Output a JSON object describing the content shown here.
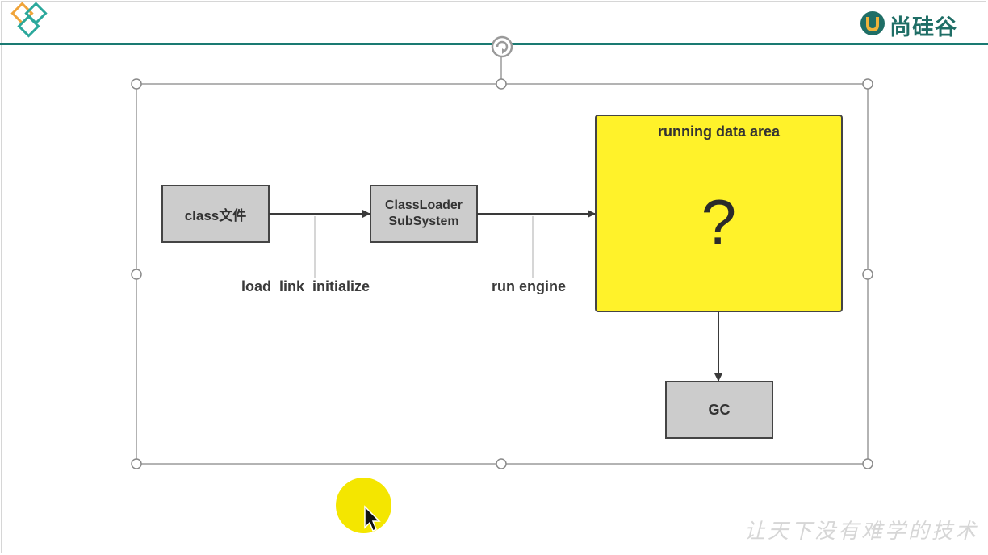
{
  "brand": {
    "text": "尚硅谷"
  },
  "diagram": {
    "nodes": {
      "class_file": "class文件",
      "classloader_line1": "ClassLoader",
      "classloader_line2": "SubSystem",
      "data_area_title": "running data area",
      "data_area_symbol": "?",
      "gc": "GC"
    },
    "edges": {
      "load_link_initialize": "load  link  initialize",
      "run_engine": "run engine"
    }
  },
  "watermark": "让天下没有难学的技术",
  "colors": {
    "header_line": "#1a7a72",
    "gray_box": "#cccccc",
    "data_area_fill": "#fff22a",
    "cursor_highlight": "#f4e600",
    "logo_orange": "#f0a43a",
    "logo_teal": "#2ba89c"
  },
  "icons": [
    "diamond-logo-icon",
    "brand-u-icon",
    "rotate-handle-icon",
    "mouse-cursor-icon"
  ]
}
